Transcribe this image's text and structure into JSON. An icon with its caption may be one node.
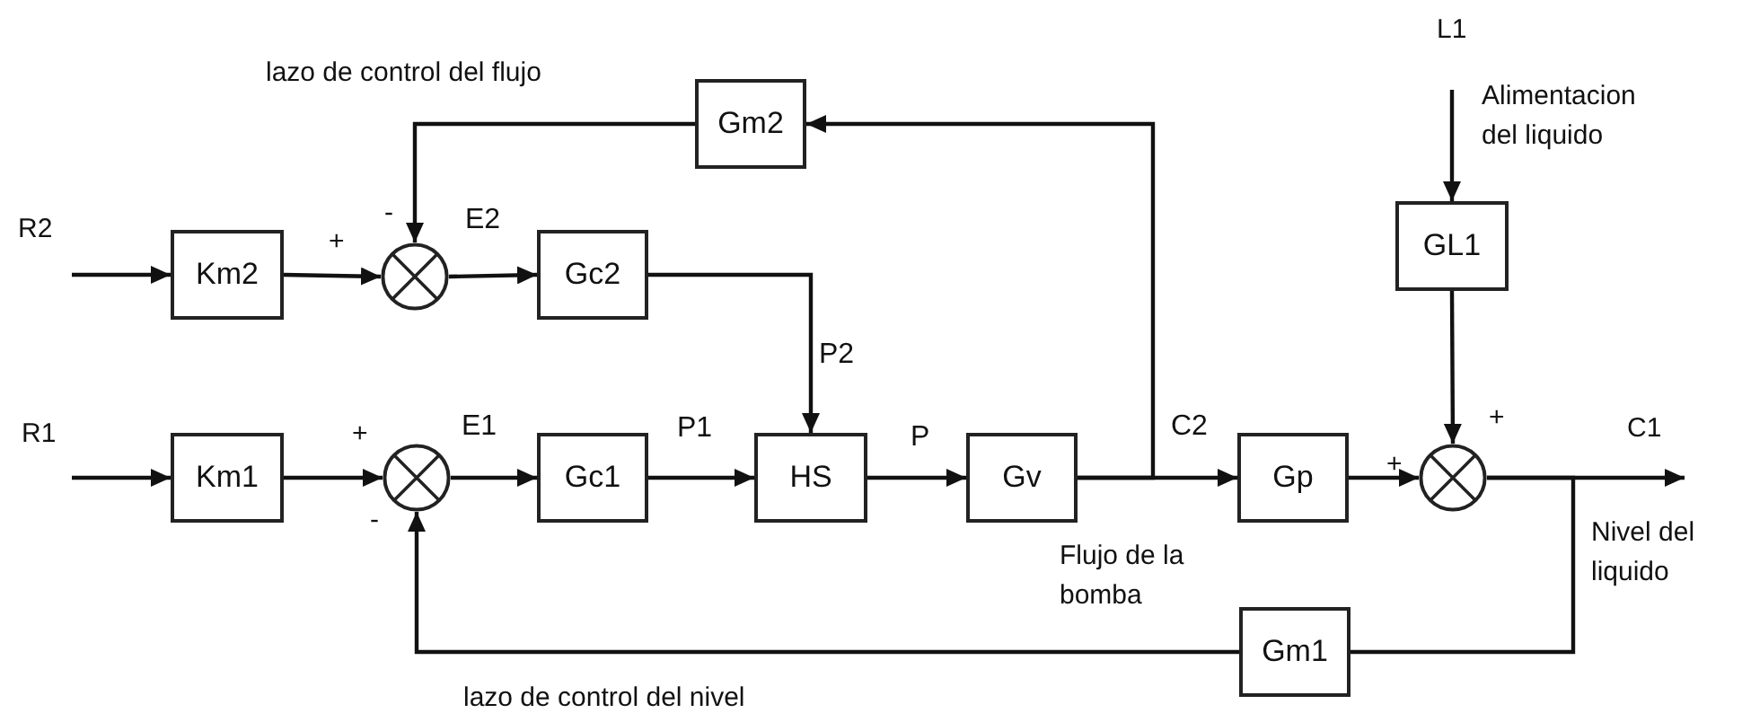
{
  "diagram": {
    "nodes": [
      {
        "text": [
          "Gm2"
        ]
      },
      {
        "text": [
          "GL1"
        ]
      },
      {
        "text": [
          "Km2"
        ]
      },
      {
        "text": [],
        "shape": "circle"
      },
      {
        "text": [
          "Gc2"
        ]
      },
      {
        "text": [
          "Km1"
        ]
      },
      {
        "text": [],
        "shape": "circle"
      },
      {
        "text": [
          "Gc1"
        ]
      },
      {
        "text": [
          "HS"
        ]
      },
      {
        "text": [
          "Gv"
        ]
      },
      {
        "text": [
          "Gp"
        ]
      },
      {
        "text": [],
        "shape": "circle"
      },
      {
        "text": [
          "Gm1"
        ]
      }
    ],
    "edges": [
      {
        "from": null,
        "to": 2,
        "arrow": "to"
      },
      {
        "from": 2,
        "to": 3,
        "arrow": "to"
      },
      {
        "from": 3,
        "to": 4,
        "label": "E2",
        "arrow": "to"
      },
      {
        "from": 0,
        "to": 3,
        "arrow": "to"
      },
      {
        "from": 4,
        "to": 8,
        "label": "P2",
        "arrow": "to"
      },
      {
        "from": null,
        "to": 5,
        "arrow": "to"
      },
      {
        "from": 5,
        "to": 6,
        "arrow": "to"
      },
      {
        "from": 6,
        "to": 7,
        "label": "E1",
        "arrow": "to"
      },
      {
        "from": 7,
        "to": 8,
        "label": "P1",
        "arrow": "to"
      },
      {
        "from": 8,
        "to": 9,
        "label": "P",
        "arrow": "to"
      },
      {
        "from": 9,
        "to": 10,
        "label": "C2",
        "arrow": "to"
      },
      {
        "from": 9,
        "to": 0,
        "arrow": "to"
      },
      {
        "from": null,
        "to": 1,
        "arrow": "to"
      },
      {
        "from": 1,
        "to": 11,
        "arrow": "to"
      },
      {
        "from": 10,
        "to": 11,
        "arrow": "to"
      },
      {
        "from": 11,
        "to": null,
        "arrow": "to"
      },
      {
        "from": 11,
        "to": 12,
        "arrow": "none"
      },
      {
        "from": 12,
        "to": 6,
        "arrow": "to"
      }
    ],
    "labels": [
      "L1",
      "lazo de control del flujo",
      "Alimentacion del liquido",
      "R2",
      "-",
      "+",
      "R1",
      "+",
      "C1",
      "+",
      "+",
      "-",
      "Flujo de la bomba",
      "Nivel del liquido",
      "lazo de control del nivel"
    ]
  }
}
